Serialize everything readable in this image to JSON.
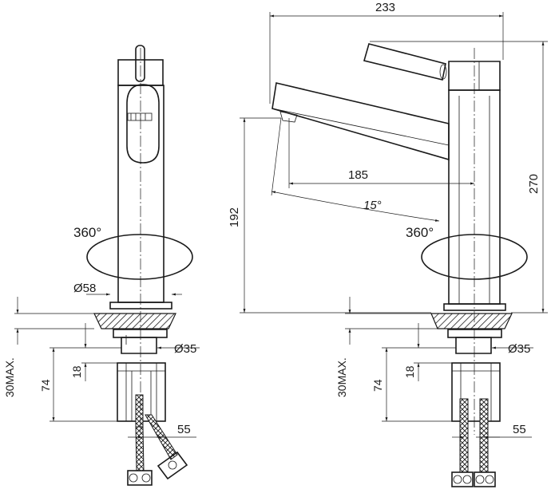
{
  "labels": {
    "width_overall": "233",
    "height_overall": "270",
    "spout_reach": "185",
    "spout_height": "192",
    "spout_angle": "15°",
    "rotation_front": "360°",
    "rotation_side": "360°",
    "base_diameter": "Ø58",
    "thread_diameter_front": "Ø35",
    "thread_diameter_side": "Ø35",
    "max_thickness_front": "30MAX.",
    "max_thickness_side": "30MAX.",
    "shank_length_front": "74",
    "shank_length_side": "74",
    "nut_height_front": "18",
    "nut_height_side": "18",
    "hose_spacing_front": "55",
    "hose_spacing_side": "55"
  },
  "views": {
    "front": "front-view",
    "side": "side-view"
  }
}
